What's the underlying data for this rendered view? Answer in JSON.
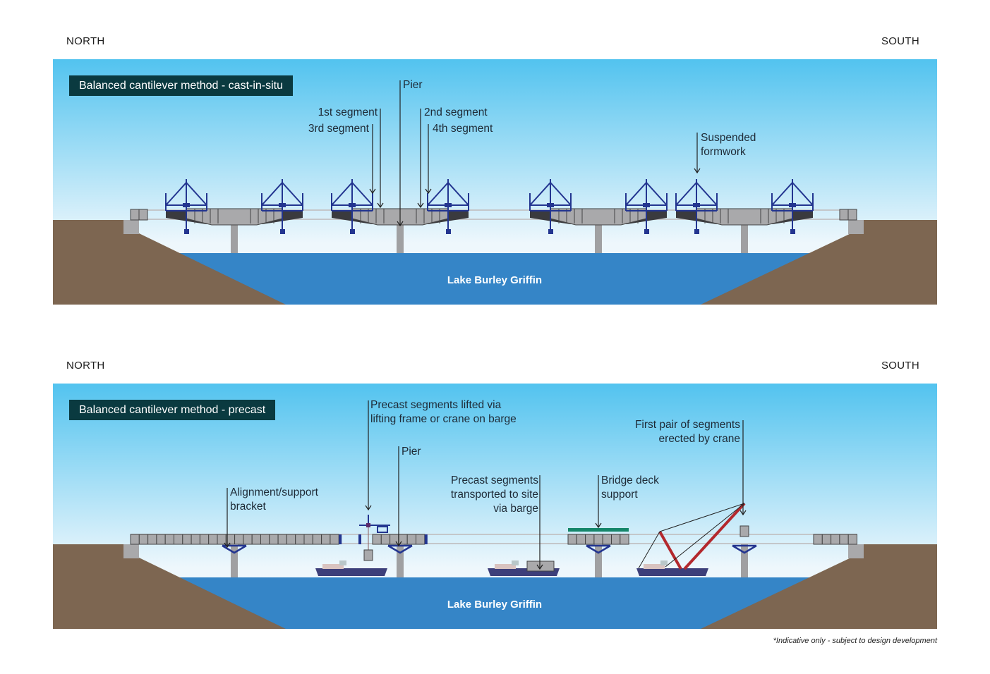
{
  "directions": {
    "north": "NORTH",
    "south": "SOUTH"
  },
  "colors": {
    "sky_top": "#52c3ef",
    "sky_bottom": "#eef7fc",
    "water": "#3585c7",
    "earth": "#7d6651",
    "concrete": "#a9a9ab",
    "formwork_dark": "#3a3a3e",
    "traveller_blue": "#233590",
    "title_bg": "#0a3a40",
    "crane_red": "#b3282d",
    "deck_support_green": "#15866a",
    "barge": "#3d3f7a"
  },
  "diagrams": [
    {
      "title": "Balanced cantilever method - cast-in-situ",
      "lake_label": "Lake Burley Griffin",
      "annotations": {
        "pier": "Pier",
        "first_segment": "1st segment",
        "third_segment": "3rd segment",
        "second_segment": "2nd segment",
        "fourth_segment": "4th segment",
        "suspended_formwork_line1": "Suspended",
        "suspended_formwork_line2": "formwork"
      }
    },
    {
      "title": "Balanced cantilever method - precast",
      "lake_label": "Lake Burley Griffin",
      "annotations": {
        "lifted_line1": "Precast segments lifted via",
        "lifted_line2": "lifting frame or crane on barge",
        "pier": "Pier",
        "bracket_line1": "Alignment/support",
        "bracket_line2": "bracket",
        "transported_line1": "Precast segments",
        "transported_line2": "transported to site",
        "transported_line3": "via barge",
        "deck_support_line1": "Bridge deck",
        "deck_support_line2": "support",
        "first_pair_line1": "First pair of segments",
        "first_pair_line2": "erected by crane"
      }
    }
  ],
  "footnote": "*Indicative only - subject to design development"
}
